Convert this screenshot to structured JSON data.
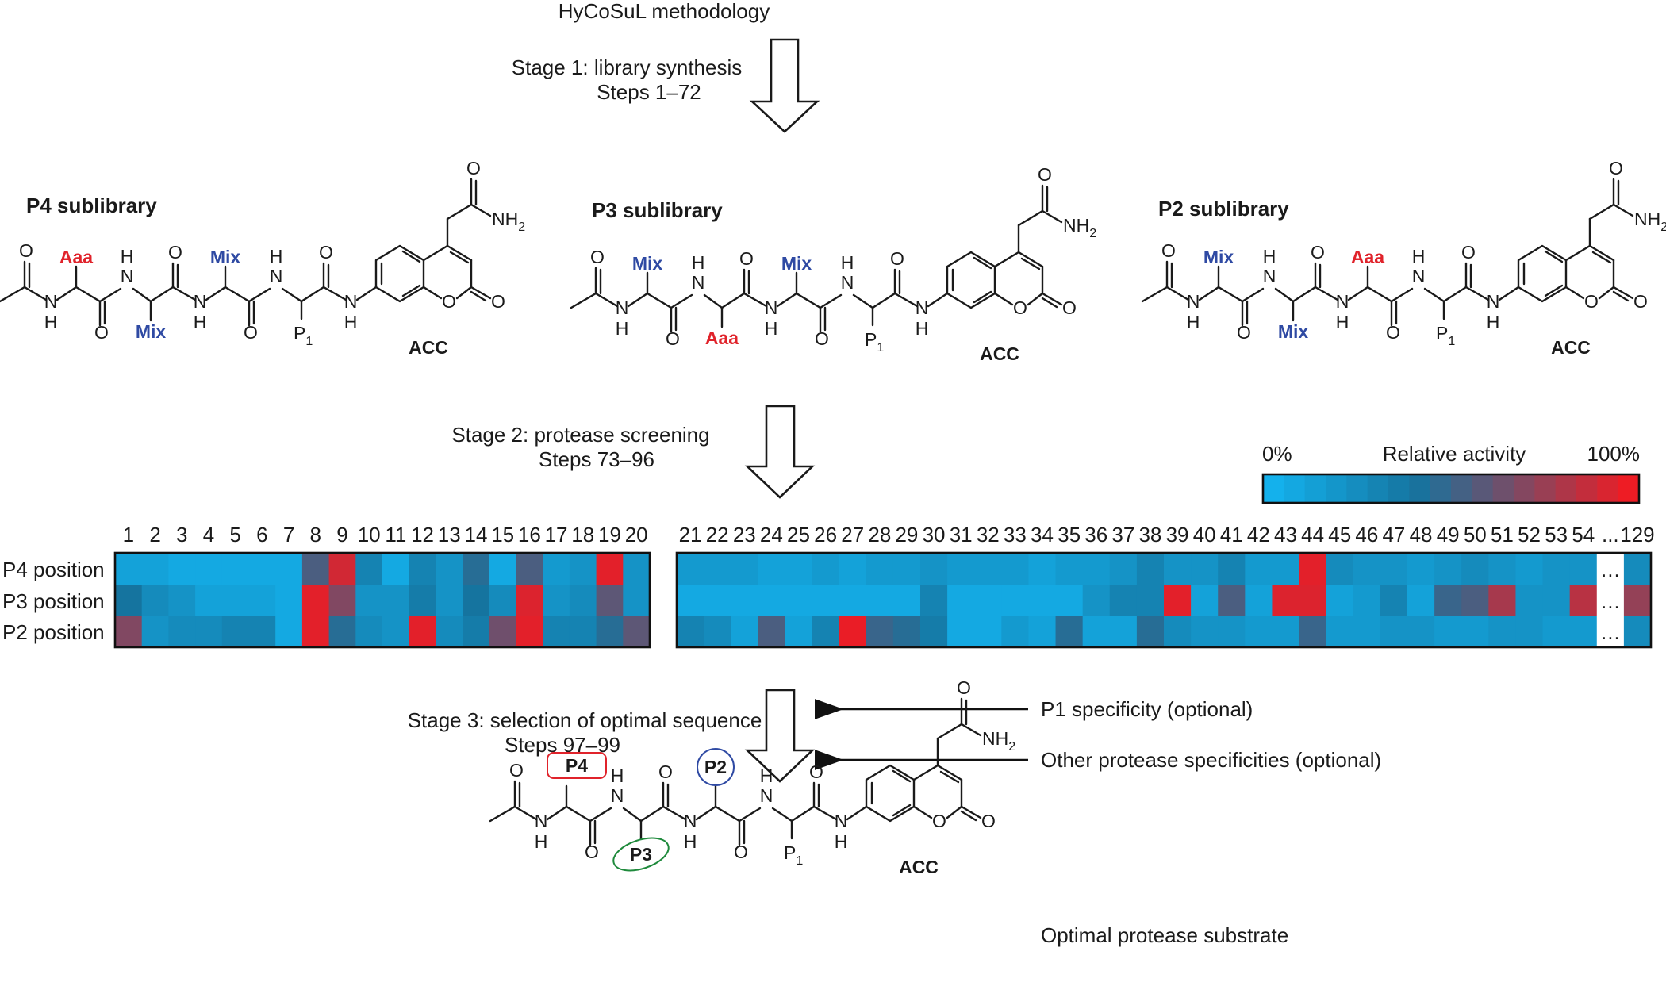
{
  "title": "HyCoSuL methodology",
  "stage1": {
    "line1": "Stage 1: library synthesis",
    "line2": "Steps 1–72"
  },
  "stage2": {
    "line1": "Stage 2: protease screening",
    "line2": "Steps 73–96"
  },
  "stage3": {
    "line1": "Stage 3: selection of optimal sequence",
    "line2": "Steps 97–99"
  },
  "sublibraries": [
    {
      "title": "P4 sublibrary",
      "pos_labels": [
        "Aaa",
        "Mix",
        "Mix"
      ]
    },
    {
      "title": "P3 sublibrary",
      "pos_labels": [
        "Mix",
        "Aaa",
        "Mix"
      ]
    },
    {
      "title": "P2 sublibrary",
      "pos_labels": [
        "Mix",
        "Mix",
        "Aaa"
      ]
    }
  ],
  "chem": {
    "acc": "ACC",
    "p1": "P",
    "p1_sub": "1",
    "o": "O",
    "n": "N",
    "h": "H",
    "nh2": "NH",
    "nh2_sub": "2"
  },
  "legend": {
    "min_label": "0%",
    "title": "Relative activity",
    "max_label": "100%",
    "low_color": "#14b1ec",
    "mid_color": "#15749f",
    "high_color": "#ee1c24"
  },
  "heatmap": {
    "rows": [
      "P4 position",
      "P3 position",
      "P2 position"
    ],
    "columns_left": [
      "1",
      "2",
      "3",
      "4",
      "5",
      "6",
      "7",
      "8",
      "9",
      "10",
      "11",
      "12",
      "13",
      "14",
      "15",
      "16",
      "17",
      "18",
      "19",
      "20"
    ],
    "columns_right": [
      "21",
      "22",
      "23",
      "24",
      "25",
      "26",
      "27",
      "28",
      "29",
      "30",
      "31",
      "32",
      "33",
      "34",
      "35",
      "36",
      "37",
      "38",
      "39",
      "40",
      "41",
      "42",
      "43",
      "44",
      "45",
      "46",
      "47",
      "48",
      "49",
      "50",
      "51",
      "52",
      "53",
      "54",
      "...",
      "129"
    ],
    "values_left": [
      [
        0.1,
        0.1,
        0.05,
        0.05,
        0.05,
        0.05,
        0.05,
        0.55,
        0.92,
        0.3,
        0.05,
        0.3,
        0.2,
        0.45,
        0.05,
        0.55,
        0.15,
        0.2,
        0.97,
        0.2
      ],
      [
        0.4,
        0.25,
        0.2,
        0.1,
        0.1,
        0.1,
        0.05,
        0.97,
        0.7,
        0.2,
        0.2,
        0.35,
        0.2,
        0.4,
        0.25,
        0.95,
        0.2,
        0.25,
        0.6,
        0.2
      ],
      [
        0.7,
        0.2,
        0.25,
        0.25,
        0.3,
        0.3,
        0.05,
        0.97,
        0.45,
        0.25,
        0.2,
        0.97,
        0.25,
        0.35,
        0.65,
        0.97,
        0.3,
        0.3,
        0.45,
        0.6
      ]
    ],
    "values_right": [
      [
        0.15,
        0.15,
        0.15,
        0.1,
        0.1,
        0.15,
        0.1,
        0.15,
        0.15,
        0.2,
        0.15,
        0.15,
        0.15,
        0.1,
        0.15,
        0.15,
        0.2,
        0.3,
        0.2,
        0.2,
        0.3,
        0.15,
        0.15,
        0.97,
        0.25,
        0.2,
        0.2,
        0.15,
        0.2,
        0.25,
        0.2,
        0.15,
        0.2,
        0.2,
        null,
        0.25
      ],
      [
        0.05,
        0.05,
        0.05,
        0.05,
        0.05,
        0.05,
        0.05,
        0.05,
        0.05,
        0.3,
        0.05,
        0.05,
        0.05,
        0.05,
        0.05,
        0.2,
        0.3,
        0.3,
        0.97,
        0.1,
        0.55,
        0.1,
        0.95,
        0.95,
        0.1,
        0.15,
        0.3,
        0.1,
        0.5,
        0.55,
        0.8,
        0.2,
        0.2,
        0.85,
        null,
        0.75
      ],
      [
        0.3,
        0.25,
        0.1,
        0.55,
        0.1,
        0.3,
        0.99,
        0.5,
        0.45,
        0.35,
        0.05,
        0.05,
        0.15,
        0.1,
        0.45,
        0.1,
        0.1,
        0.45,
        0.25,
        0.2,
        0.2,
        0.15,
        0.15,
        0.5,
        0.15,
        0.15,
        0.2,
        0.2,
        0.15,
        0.15,
        0.2,
        0.2,
        0.15,
        0.15,
        null,
        0.25
      ]
    ]
  },
  "inputs": [
    "P1 specificity (optional)",
    "Other protease specificities (optional)"
  ],
  "final": {
    "p4": "P4",
    "p3": "P3",
    "p2": "P2",
    "caption": "Optimal protease substrate",
    "p4_color": "#e0232b",
    "p3_color": "#1f8a3c",
    "p2_color": "#2f4aa3"
  }
}
